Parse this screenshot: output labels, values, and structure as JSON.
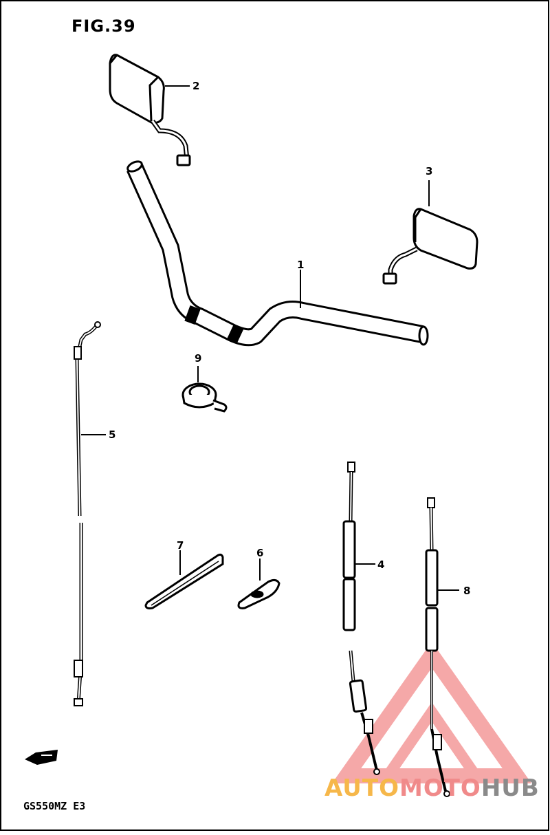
{
  "figure": {
    "title": "FIG.39",
    "model_code": "GS550MZ  E3"
  },
  "callouts": {
    "c1": "1",
    "c2": "2",
    "c3": "3",
    "c4": "4",
    "c5": "5",
    "c6": "6",
    "c7": "7",
    "c8": "8",
    "c9": "9"
  },
  "watermark": {
    "part1": "AUTO",
    "part2": "MOTO",
    "part3": "HUB",
    "colors": {
      "auto": "#f6b74a",
      "moto": "#f08a8a",
      "hub": "#8a8a8a",
      "triangle": "#f28b8b"
    }
  }
}
